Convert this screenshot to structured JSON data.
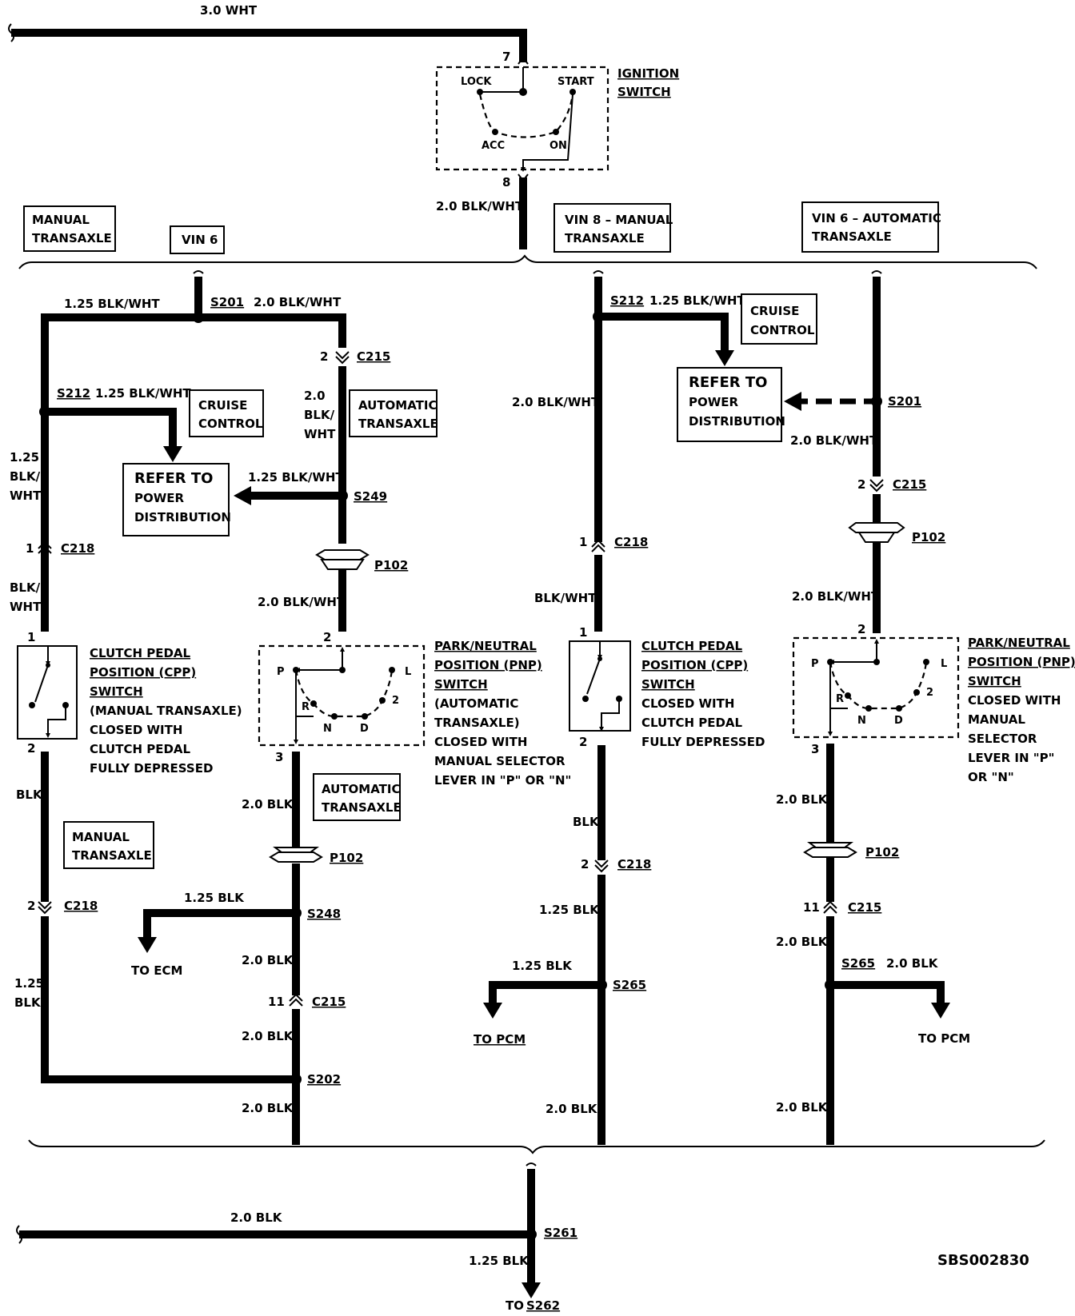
{
  "top_wire": "3.0 WHT",
  "ignition": {
    "title": [
      "IGNITION",
      "SWITCH"
    ],
    "pin_in": "7",
    "pin_out": "8",
    "positions": {
      "lock": "LOCK",
      "start": "START",
      "acc": "ACC",
      "on": "ON"
    },
    "out_wire": "2.0 BLK/WHT"
  },
  "variants": {
    "manual": [
      "MANUAL",
      "TRANSAXLE"
    ],
    "vin6": "VIN 6",
    "vin8_manual": [
      "VIN 8 – MANUAL",
      "TRANSAXLE"
    ],
    "vin6_auto": [
      "VIN 6 – AUTOMATIC",
      "TRANSAXLE"
    ]
  },
  "left_section": {
    "w_left_top": "1.25 BLK/WHT",
    "s201": "S201",
    "w_right_top": "2.0 BLK/WHT",
    "c215_pin": "2",
    "c215": "C215",
    "s212": "S212",
    "w_s212": "1.25 BLK/WHT",
    "cruise": [
      "CRUISE",
      "CONTROL"
    ],
    "refer": [
      "REFER TO",
      "POWER",
      "DISTRIBUTION"
    ],
    "w_auto_riser": [
      "2.0",
      "BLK/",
      "WHT"
    ],
    "auto_transaxle": [
      "AUTOMATIC",
      "TRANSAXLE"
    ],
    "w_s249": "1.25 BLK/WHT",
    "s249": "S249",
    "w_left_125": [
      "1.25",
      "BLK/",
      "WHT"
    ],
    "c218_pin": "1",
    "c218": "C218",
    "w_blkwht": [
      "BLK/",
      "WHT"
    ],
    "p102": "P102",
    "w_p102_below": "2.0 BLK/WHT",
    "cpp_pin_top": "1",
    "cpp_pin_bottom": "2",
    "cpp_text": [
      "CLUTCH PEDAL",
      "POSITION (CPP)",
      "SWITCH",
      "(MANUAL TRANSAXLE)",
      "CLOSED WITH",
      "CLUTCH PEDAL",
      "FULLY DEPRESSED"
    ],
    "pnp_pin_top": "2",
    "pnp_pin_bottom": "3",
    "pnp_labels": {
      "p": "P",
      "r": "R",
      "n": "N",
      "d": "D",
      "l": "L",
      "two": "2"
    },
    "pnp_text": [
      "PARK/NEUTRAL",
      "POSITION (PNP)",
      "SWITCH",
      "(AUTOMATIC",
      "TRANSAXLE)",
      "CLOSED WITH",
      "MANUAL SELECTOR",
      "LEVER IN \"P\" OR \"N\""
    ],
    "w_blk": "BLK",
    "manual_transaxle": [
      "MANUAL",
      "TRANSAXLE"
    ],
    "auto_transaxle_2": [
      "AUTOMATIC",
      "TRANSAXLE"
    ],
    "w_20blk_a": "2.0 BLK",
    "p102_b": "P102",
    "c218_b_pin": "2",
    "c218_b": "C218",
    "w_125blk_ecm": "1.25 BLK",
    "s248": "S248",
    "to_ecm": "TO ECM",
    "w_20blk_b": "2.0 BLK",
    "c215_b_pin": "11",
    "c215_b": "C215",
    "w_left_125blk": [
      "1.25",
      "BLK"
    ],
    "w_20blk_c": "2.0 BLK",
    "s202": "S202",
    "w_20blk_d": "2.0 BLK"
  },
  "mid_section": {
    "s212": "S212",
    "w_s212": "1.25 BLK/WHT",
    "cruise": [
      "CRUISE",
      "CONTROL"
    ],
    "refer": [
      "REFER TO",
      "POWER",
      "DISTRIBUTION"
    ],
    "w_riser": "2.0 BLK/WHT",
    "c218_pin": "1",
    "c218": "C218",
    "w_blkwht": "BLK/WHT",
    "cpp_pin_top": "1",
    "cpp_pin_bottom": "2",
    "cpp_text": [
      "CLUTCH PEDAL",
      "POSITION (CPP)",
      "SWITCH",
      "CLOSED WITH",
      "CLUTCH PEDAL",
      "FULLY DEPRESSED"
    ],
    "w_blk": "BLK",
    "c218_b_pin": "2",
    "c218_b": "C218",
    "w_125blk": "1.25 BLK",
    "w_125blk_pcm": "1.25 BLK",
    "s265": "S265",
    "to_pcm": "TO PCM",
    "w_20blk": "2.0 BLK"
  },
  "right_section": {
    "s201": "S201",
    "w_s201": "2.0 BLK/WHT",
    "c215_pin": "2",
    "c215": "C215",
    "p102": "P102",
    "w_p102": "2.0 BLK/WHT",
    "pnp_pin_top": "2",
    "pnp_pin_bottom": "3",
    "pnp_labels": {
      "p": "P",
      "r": "R",
      "n": "N",
      "d": "D",
      "l": "L",
      "two": "2"
    },
    "pnp_text": [
      "PARK/NEUTRAL",
      "POSITION (PNP)",
      "SWITCH",
      "CLOSED WITH",
      "MANUAL",
      "SELECTOR",
      "LEVER IN \"P\"",
      "OR \"N\""
    ],
    "w_20blk_a": "2.0 BLK",
    "p102_b": "P102",
    "c215_b_pin": "11",
    "c215_b": "C215",
    "w_20blk_b": "2.0 BLK",
    "s265": "S265",
    "w_s265": "2.0 BLK",
    "to_pcm": "TO PCM",
    "w_20blk_c": "2.0 BLK"
  },
  "bottom": {
    "w_left": "2.0 BLK",
    "s261": "S261",
    "w_down": "1.25 BLK",
    "to": "TO",
    "s262": "S262"
  },
  "figure_id": "SBS002830"
}
